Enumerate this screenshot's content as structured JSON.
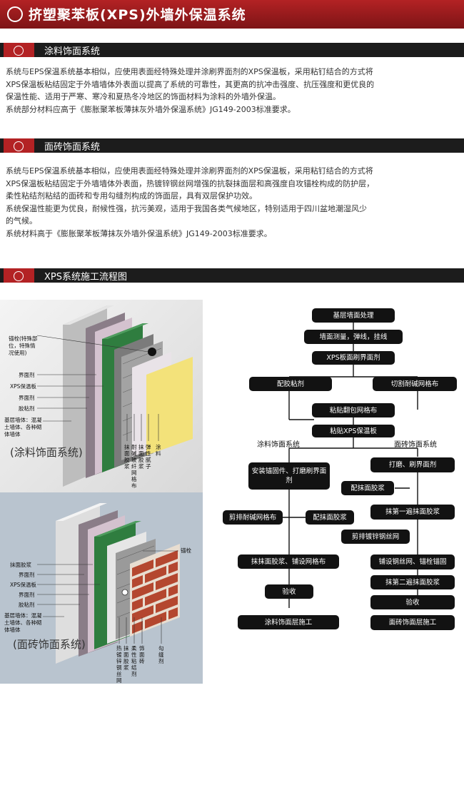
{
  "header": {
    "title": "挤塑聚苯板(XPS)外墙外保温系统"
  },
  "sections": {
    "paint": {
      "title": "涂料饰面系统",
      "paragraphs": [
        "系统与EPS保温系统基本相似，应使用表面经特殊处理并涂刷界面剂的XPS保温板，采用粘钉结合的方式将",
        "XPS保温板粘结固定于外墙墙体外表面以提高了系统的可靠性，其更高的抗冲击强度、抗压强度和更优良的",
        "保温性能、适用于严寒、寒冷和夏热冬冷地区的饰面材料为涂料的外墙外保温。",
        "系统部分材料应高于《膨胀聚苯板薄抹灰外墙外保温系统》JG149-2003标准要求。"
      ]
    },
    "tile": {
      "title": "面砖饰面系统",
      "paragraphs": [
        "系统与EPS保温系统基本相似，应使用表面经特殊处理并涂刷界面剂的XPS保温板，采用粘钉结合的方式将",
        "XPS保温板粘结固定于外墙墙体外表面，热镀锌钢丝网增强的抗裂抹面层和高强度自攻锚栓构成的防护层，",
        "柔性粘结剂粘结的面砖和专用勾缝剂构成的饰面层，具有双层保护功效。",
        "系统保温性能更为优良，耐候性强，抗污美观，适用于我国各类气候地区，特别适用于四川盆地潮湿风少",
        "的气候。",
        "系统材料高于《膨胀聚苯板薄抹灰外墙外保温系统》JG149-2003标准要求。"
      ]
    },
    "flow": {
      "title": "XPS系统施工流程图"
    }
  },
  "diagram1": {
    "caption": "(涂料饰面系统)",
    "left_labels": [
      "锚栓(特殊部位，特殊情况使用)",
      "界面剂",
      "XPS保温板",
      "界面剂",
      "胶粘剂",
      "基层墙体：混凝土墙体、各种砌体墙体"
    ],
    "bottom_labels": [
      "抹面胶浆",
      "耐碱玻纤网格布",
      "抹面胶浆",
      "弹性腻子",
      "涂料"
    ],
    "colors": {
      "wall": "#d9d9d9",
      "xps": "#2f7d3f",
      "paint": "#f3e27a",
      "mesh": "#6b6b6b"
    }
  },
  "diagram2": {
    "caption": "(面砖饰面系统)",
    "left_labels": [
      "抹面胶浆",
      "界面剂",
      "XPS保温板",
      "界面剂",
      "胶粘剂",
      "基层墙体：混凝土墙体、各种砌体墙体"
    ],
    "right_label": "锚栓",
    "bottom_labels": [
      "热镀锌钢丝网",
      "抹面胶浆",
      "柔性粘结剂",
      "饰面砖",
      "勾缝剂"
    ],
    "colors": {
      "brick": "#b4472f",
      "mortar": "#e8ddd0"
    }
  },
  "flowchart": {
    "steps_top": [
      "基层墙面处理",
      "墙面测量，弹线，挂线",
      "XPS板面刷界面剂"
    ],
    "left_side": "配胶粘剂",
    "right_side": "切割耐碱网格布",
    "steps_mid": [
      "粘贴翻包网格布",
      "粘贴XPS保温板"
    ],
    "branch_labels": [
      "涂料饰面系统",
      "面砖饰面系统"
    ],
    "paint_steps": [
      "安装锚固件、打磨刷界面剂",
      "剪排耐碱网格布",
      "配抹面胶浆",
      "抹抹面胶浆、铺设网格布",
      "验收",
      "涂料饰面层施工"
    ],
    "tile_steps": [
      "打磨、刷界面剂",
      "配抹面胶浆",
      "抹第一遍抹面胶浆",
      "剪排镀锌钢丝网",
      "铺设钢丝网、锚栓锚固",
      "抹第二遍抹面胶浆",
      "验收",
      "面砖饰面层施工"
    ]
  }
}
